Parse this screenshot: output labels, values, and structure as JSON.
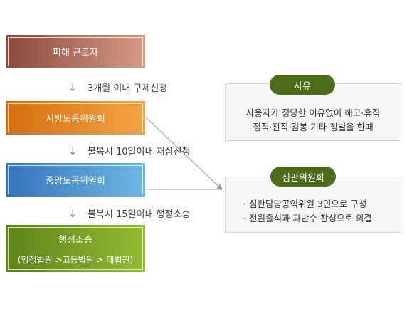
{
  "steps": {
    "victim": "피해 근로자",
    "arrow1": "3개월 이내 구제신청",
    "local": "지방노동위원회",
    "arrow2": "불복시 10일이내 재심신청",
    "central": "중앙노동위원회",
    "arrow3": "불복시 15일이내 행정소송",
    "litigation": "행정소송",
    "litigation_sub": "(행정법원 >고등법원 > 대법원)"
  },
  "reason": {
    "title": "사유",
    "line1": "사용자가 정당한 이유없이 해고·휴직",
    "line2": "정직·전직·감봉 기타 징벌을 한때"
  },
  "tribunal": {
    "title": "심판위원회",
    "line1": "· 심판담당공익위원 3인으로 구성",
    "line2": "· 전원출석과 과반수 찬성으로 의결"
  },
  "icons": {
    "down": "down-arrow-icon"
  },
  "colors": {
    "victim": "#b06f5d",
    "local": "#e8891f",
    "central": "#4f93d4",
    "litigation": "#7ba127",
    "pill": "#4b6c19"
  }
}
